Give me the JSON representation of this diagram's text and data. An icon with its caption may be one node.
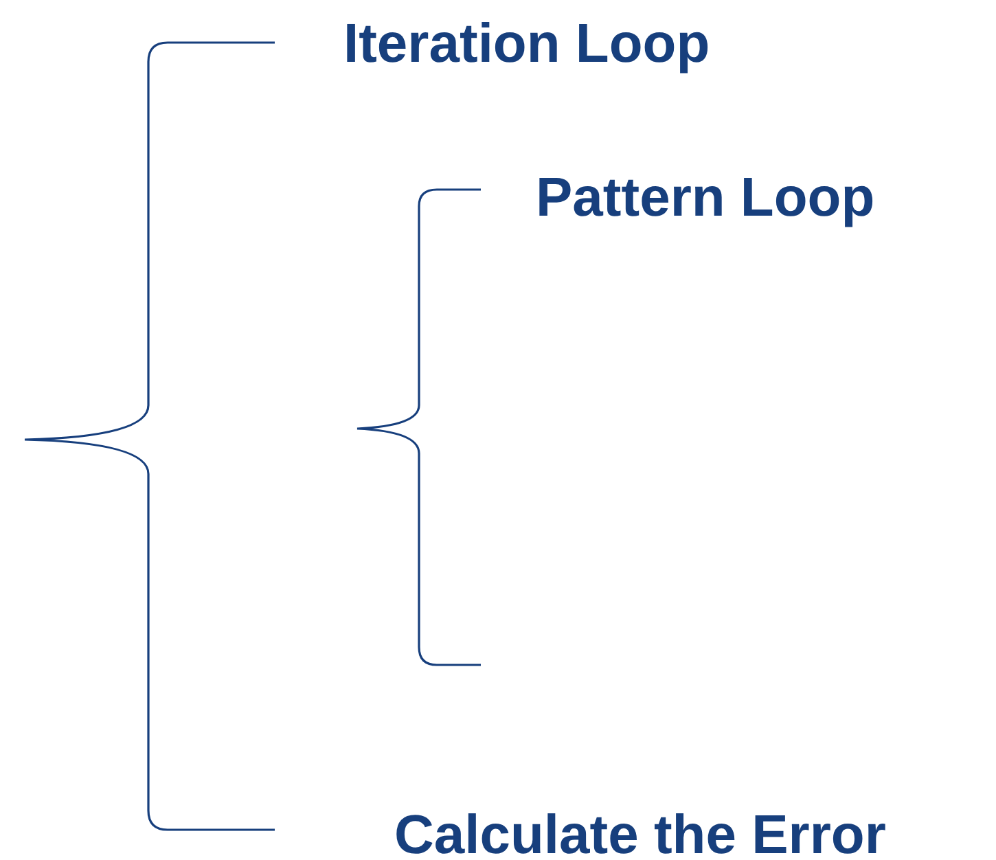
{
  "diagram": {
    "labels": [
      "Iteration Loop",
      "Pattern Loop",
      "Calculate the Error"
    ]
  }
}
